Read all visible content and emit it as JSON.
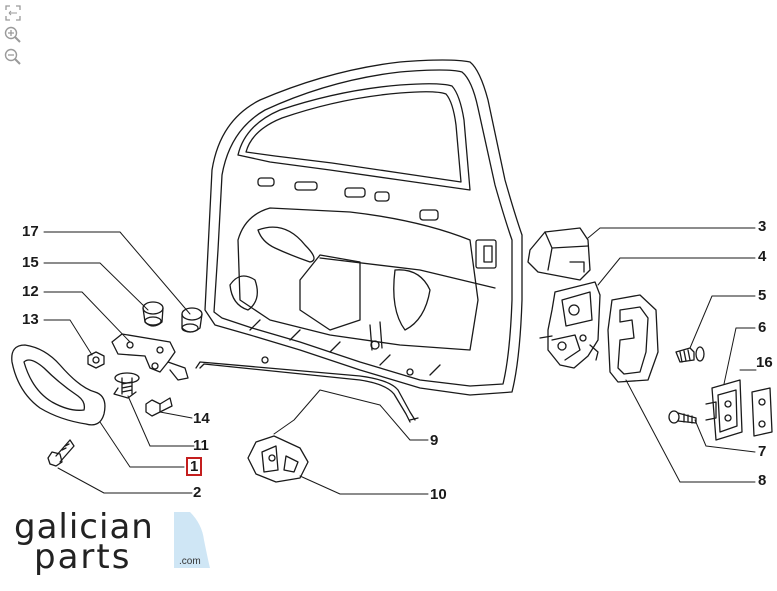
{
  "toolbar": {
    "icons": [
      "fit-screen-icon",
      "zoom-in-icon",
      "zoom-out-icon"
    ]
  },
  "callouts": [
    {
      "id": "c17",
      "label": "17"
    },
    {
      "id": "c15",
      "label": "15"
    },
    {
      "id": "c12",
      "label": "12"
    },
    {
      "id": "c13",
      "label": "13"
    },
    {
      "id": "c14",
      "label": "14"
    },
    {
      "id": "c11",
      "label": "11"
    },
    {
      "id": "c1",
      "label": "1",
      "highlighted": true
    },
    {
      "id": "c2",
      "label": "2"
    },
    {
      "id": "c9",
      "label": "9"
    },
    {
      "id": "c10",
      "label": "10"
    },
    {
      "id": "c3",
      "label": "3"
    },
    {
      "id": "c4",
      "label": "4"
    },
    {
      "id": "c5",
      "label": "5"
    },
    {
      "id": "c6",
      "label": "6"
    },
    {
      "id": "c16",
      "label": "16"
    },
    {
      "id": "c7",
      "label": "7"
    },
    {
      "id": "c8",
      "label": "8"
    }
  ],
  "logo": {
    "line1": "galician",
    "line2": "parts",
    "suffix": ".com",
    "accent_color": "#cfe6f5"
  },
  "colors": {
    "line": "#1a1a1a",
    "highlight_border": "#c41e1e"
  }
}
